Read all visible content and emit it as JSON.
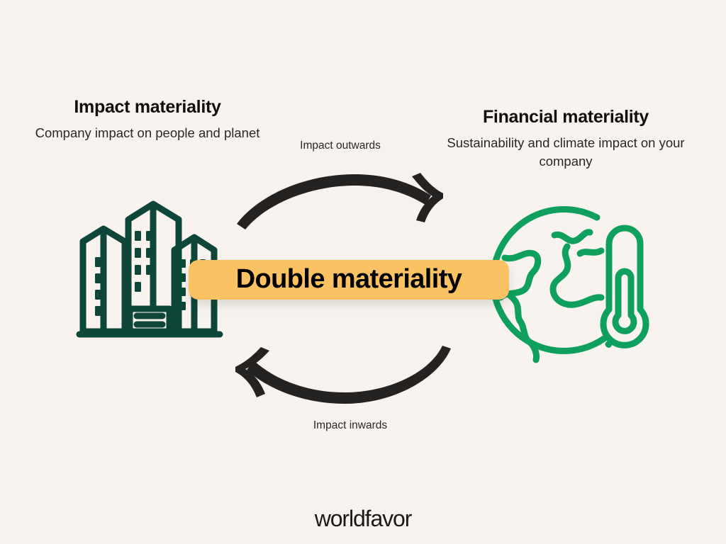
{
  "page": {
    "background_color": "#F8F3EF",
    "title": "Double materiality"
  },
  "left_column": {
    "title": "Impact materiality",
    "subtitle": "Company impact on people and planet",
    "icon": "office-buildings-icon",
    "icon_color": "#0E4639"
  },
  "right_column": {
    "title": "Financial materiality",
    "subtitle": "Sustainability and climate impact on your company",
    "icon": "globe-thermometer-icon",
    "icon_color": "#0FA05D"
  },
  "arrows": {
    "outward_label": "Impact outwards",
    "inward_label": "Impact inwards",
    "color": "#252322"
  },
  "center_badge": {
    "label": "Double materiality",
    "background_color": "#FBC264",
    "text_color": "#000000"
  },
  "footer": {
    "logo_text": "worldfavor"
  }
}
